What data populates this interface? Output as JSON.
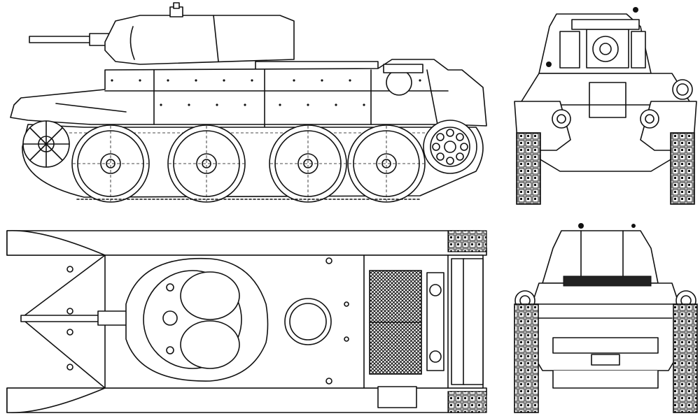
{
  "drawing": {
    "views": [
      {
        "id": "side",
        "icon": "tank-side-view-icon"
      },
      {
        "id": "front",
        "icon": "tank-front-view-icon"
      },
      {
        "id": "top",
        "icon": "tank-top-view-icon"
      },
      {
        "id": "rear",
        "icon": "tank-rear-view-icon"
      }
    ],
    "colors": {
      "ink": "#111111",
      "paper": "#ffffff",
      "hatch": "#222222"
    }
  }
}
